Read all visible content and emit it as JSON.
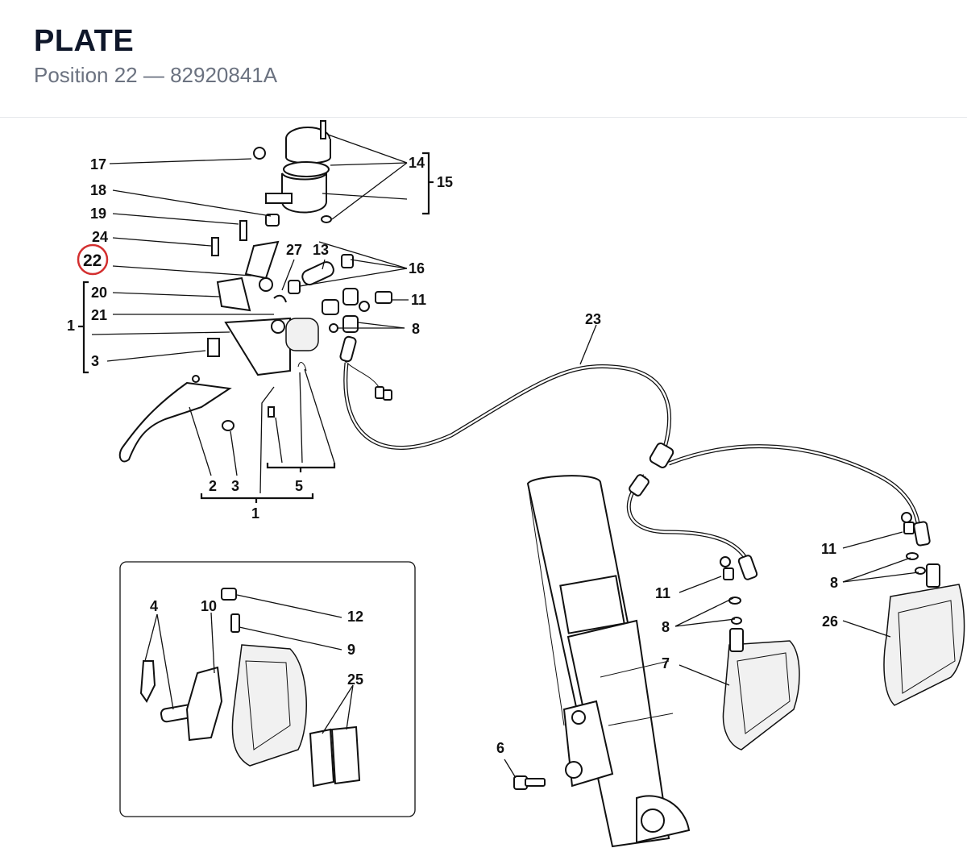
{
  "header": {
    "title": "PLATE",
    "subtitle": "Position 22 — 82920841A"
  },
  "diagram": {
    "highlight_color": "#d32f2f",
    "highlighted_callout": "22",
    "callouts": {
      "c17": "17",
      "c18": "18",
      "c19": "19",
      "c24": "24",
      "c22": "22",
      "c20": "20",
      "c21": "21",
      "c1a": "1",
      "c3a": "3",
      "c27": "27",
      "c13": "13",
      "c14": "14",
      "c15": "15",
      "c16": "16",
      "c11a": "11",
      "c8a": "8",
      "c23": "23",
      "c2": "2",
      "c3b": "3",
      "c5": "5",
      "c1b": "1",
      "c4": "4",
      "c10": "10",
      "c12": "12",
      "c9": "9",
      "c25": "25",
      "c6": "6",
      "c11b": "11",
      "c8b": "8",
      "c7": "7",
      "c11c": "11",
      "c8c": "8",
      "c26": "26"
    }
  }
}
